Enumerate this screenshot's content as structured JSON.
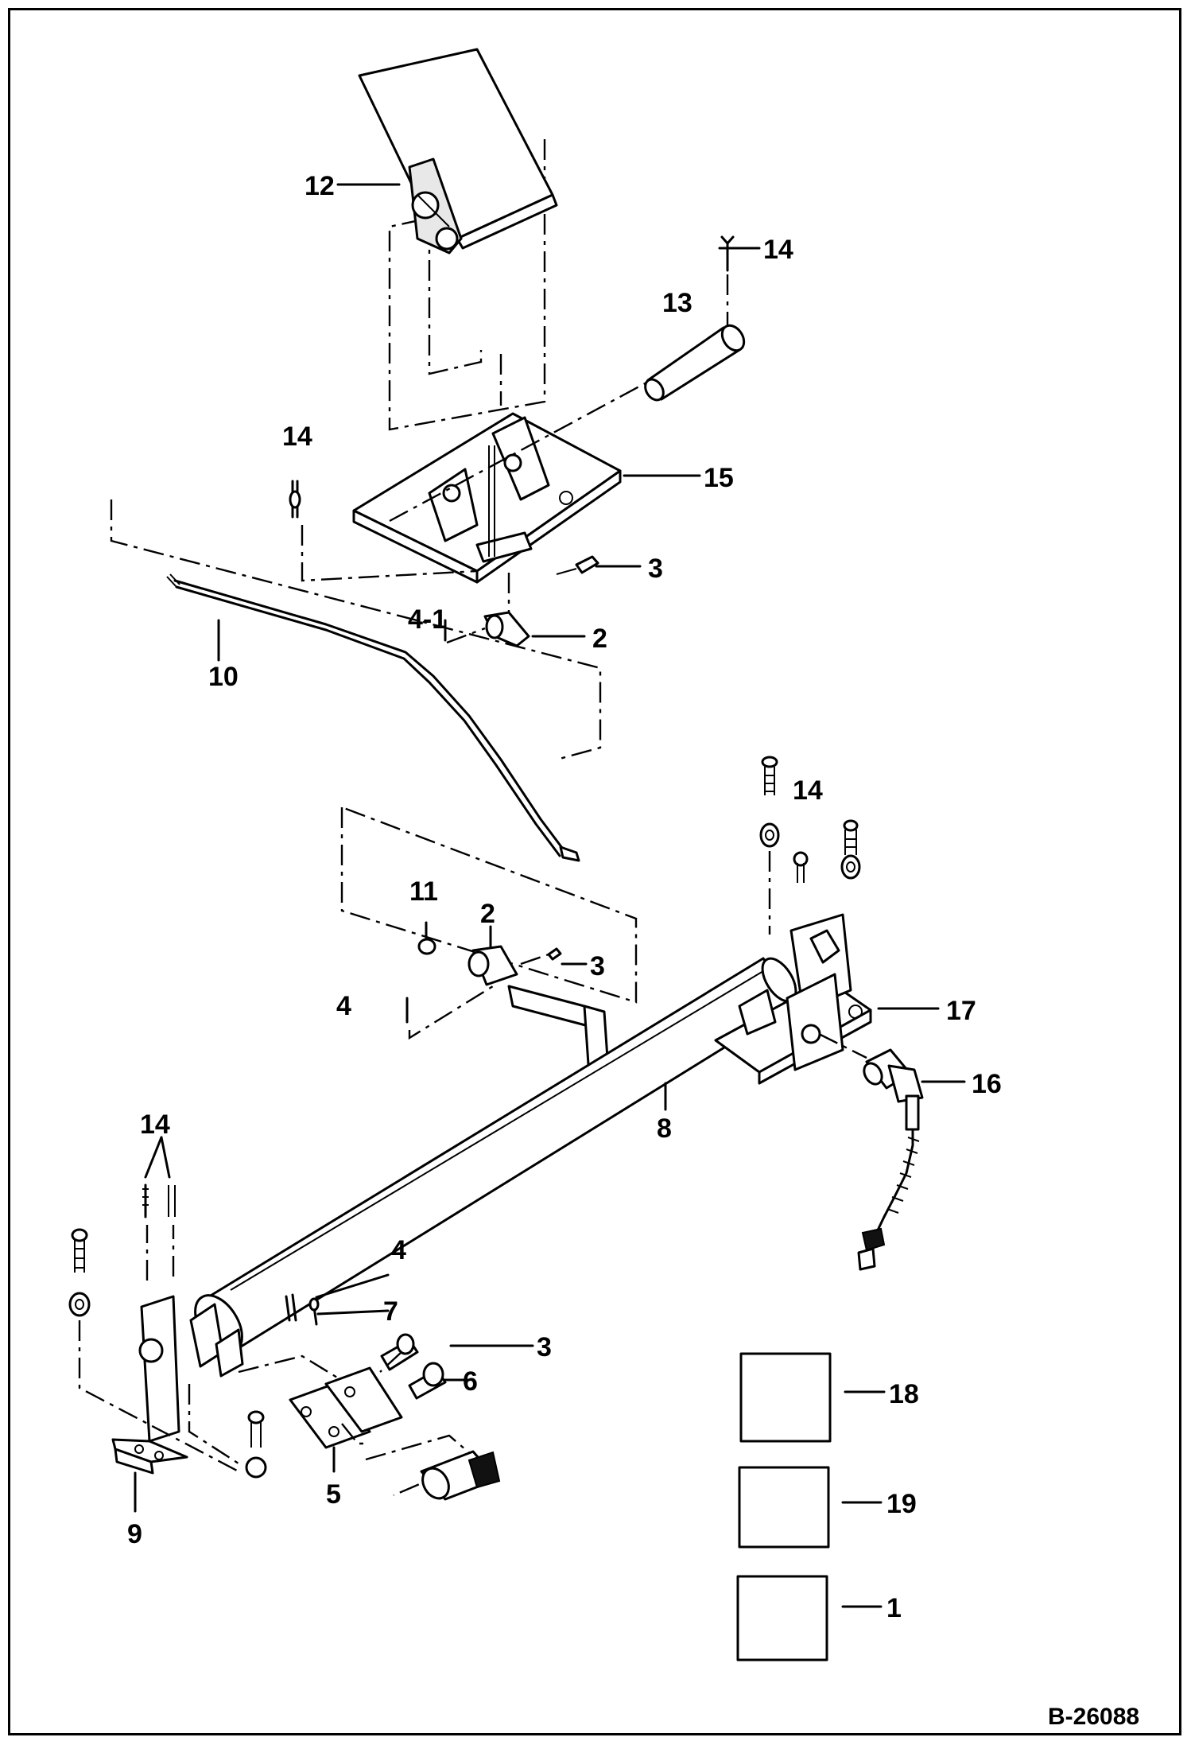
{
  "diagram": {
    "callouts": {
      "c12": "12",
      "c14a": "14",
      "c13": "13",
      "c14b": "14",
      "c15": "15",
      "c3a": "3",
      "c41": "4-1",
      "c2a": "2",
      "c10": "10",
      "c14c": "14",
      "c11": "11",
      "c2b": "2",
      "c3b": "3",
      "c4a": "4",
      "c17": "17",
      "c16": "16",
      "c8": "8",
      "c14d": "14",
      "c4b": "4",
      "c7": "7",
      "c3c": "3",
      "c6": "6",
      "c18": "18",
      "c5": "5",
      "c9": "9",
      "c19": "19",
      "c1": "1"
    },
    "drawing_code": "B-26088"
  }
}
